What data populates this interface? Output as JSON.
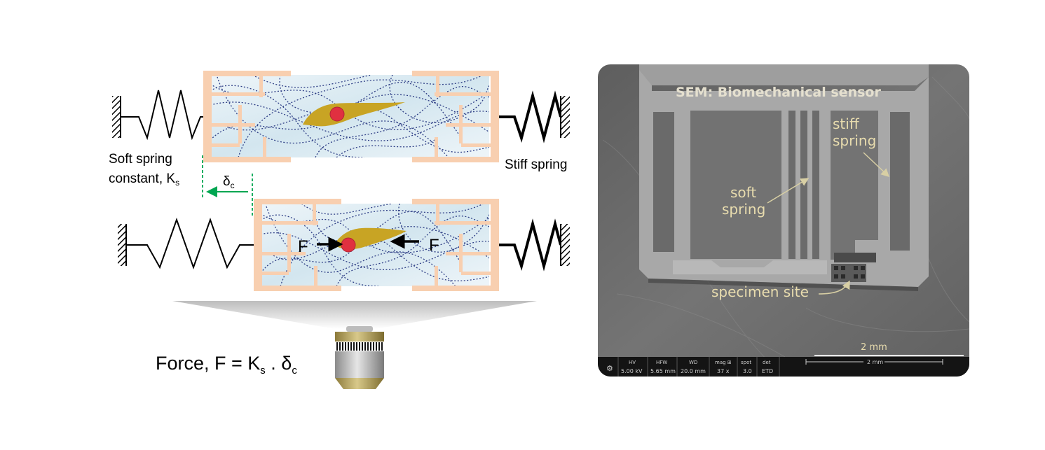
{
  "top": {
    "soft_spring_label_1": "Soft spring",
    "soft_spring_label_2": "constant, K",
    "soft_spring_sub": "s",
    "stiff_spring_label": "Stiff spring",
    "delta_symbol": "δ",
    "delta_sub": "c"
  },
  "bottom": {
    "force_left": "F",
    "force_right": "F",
    "formula_prefix": "Force, F = K",
    "formula_sub1": "s",
    "formula_mid": " . δ",
    "formula_sub2": "c"
  },
  "sem": {
    "title": "SEM: Biomechanical sensor",
    "stiff_1": "stiff",
    "stiff_2": "spring",
    "soft_1": "soft",
    "soft_2": "spring",
    "specimen": "specimen site",
    "scale": "2 mm",
    "databar": {
      "hv_h": "HV",
      "hv_v": "5.00 kV",
      "hfw_h": "HFW",
      "hfw_v": "5.65 mm",
      "wd_h": "WD",
      "wd_v": "20.0 mm",
      "mag_h": "mag ⊞",
      "mag_v": "37 x",
      "spot_h": "spot",
      "spot_v": "3.0",
      "det_h": "det",
      "det_v": "ETD",
      "scale": "2 mm"
    }
  },
  "colors": {
    "frame": "#f8cfb0",
    "gel": "#dcebf2",
    "fiber": "#2f3f86",
    "cell": "#c8a424",
    "nucleus": "#e03040",
    "arrow": "#00a651",
    "sem_bg": "#6e6e6e"
  }
}
